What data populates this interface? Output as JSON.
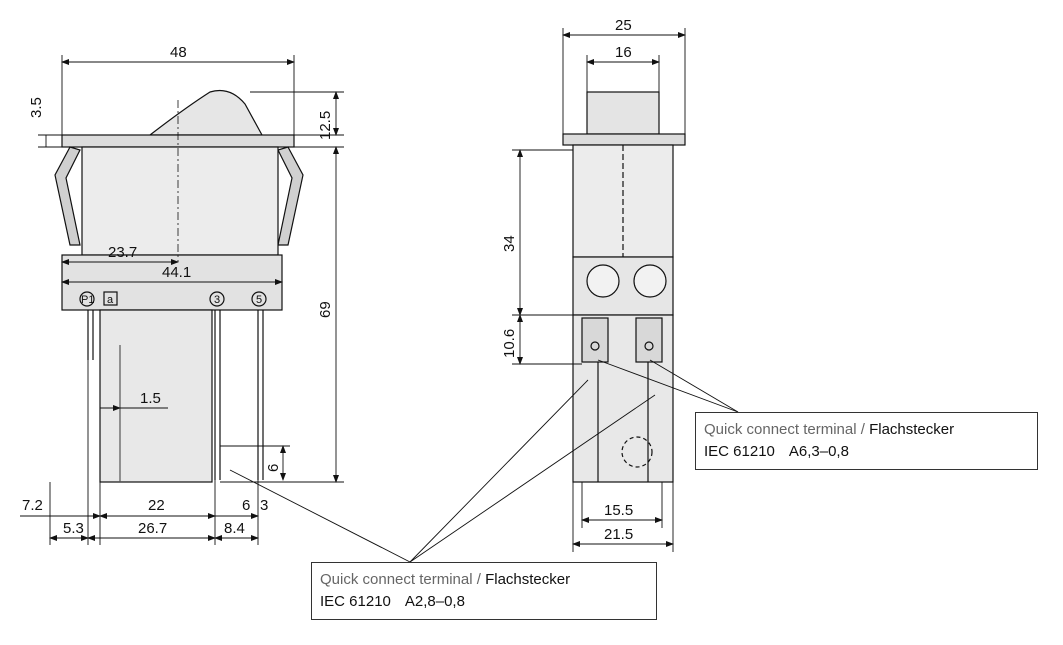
{
  "dimensions_side": {
    "width_top": "48",
    "rocker_height": "3.5",
    "top_height": "12.5",
    "body_height": "69",
    "center_offset": "23.7",
    "inner_width": "44.1",
    "pin_width": "1.5",
    "pin_height": "6",
    "left_offset": "7.2",
    "left_inner": "5.3",
    "span_22": "22",
    "span_26_7": "26.7",
    "gap_6": "6",
    "gap_3": "3",
    "gap_8_4": "8.4"
  },
  "dimensions_front": {
    "width_outer": "25",
    "width_rocker": "16",
    "height_34": "34",
    "height_10_6": "10.6",
    "width_15_5": "15.5",
    "width_21_5": "21.5"
  },
  "markings": {
    "p1": "P1",
    "a": "a",
    "t3": "3",
    "t5": "5"
  },
  "callout_right": {
    "label_grey": "Quick connect terminal /",
    "label_bold": "Flachstecker",
    "standard": "IEC 61210",
    "spec": "A6,3–0,8"
  },
  "callout_left": {
    "label_grey": "Quick connect terminal /",
    "label_bold": "Flachstecker",
    "standard": "IEC 61210",
    "spec": "A2,8–0,8"
  }
}
